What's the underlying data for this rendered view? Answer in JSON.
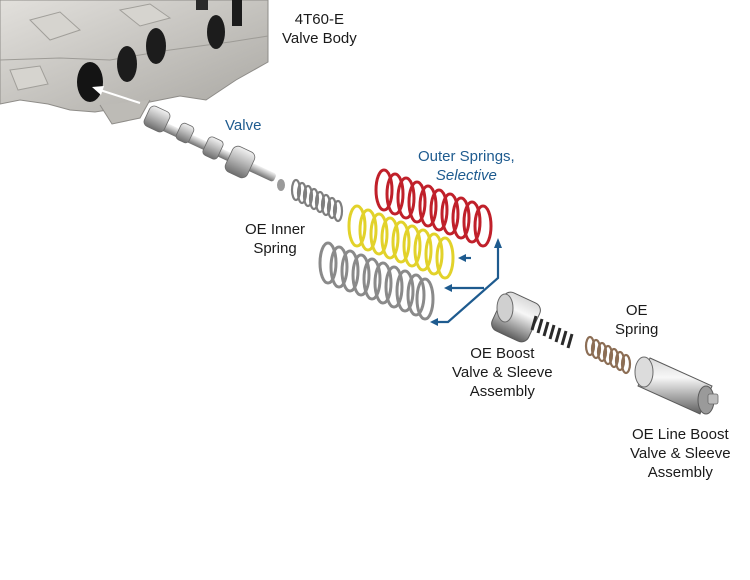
{
  "labels": {
    "valve_body_line1": "4T60-E",
    "valve_body_line2": "Valve Body",
    "valve": "Valve",
    "outer_springs_line1": "Outer Springs,",
    "outer_springs_line2": "Selective",
    "oe_inner_line1": "OE Inner",
    "oe_inner_line2": "Spring",
    "oe_spring_line1": "OE",
    "oe_spring_line2": "Spring",
    "oe_boost_line1": "OE Boost",
    "oe_boost_line2": "Valve & Sleeve",
    "oe_boost_line3": "Assembly",
    "oe_line_boost_line1": "OE Line Boost",
    "oe_line_boost_line2": "Valve & Sleeve",
    "oe_line_boost_line3": "Assembly"
  },
  "colors": {
    "label_accent": "#1e5b8f",
    "spring_red": "#c0202a",
    "spring_yellow": "#e2d22a",
    "spring_grey": "#8a8a8a",
    "metal": "#b8b8b8",
    "casting": "#c9c7c2"
  }
}
